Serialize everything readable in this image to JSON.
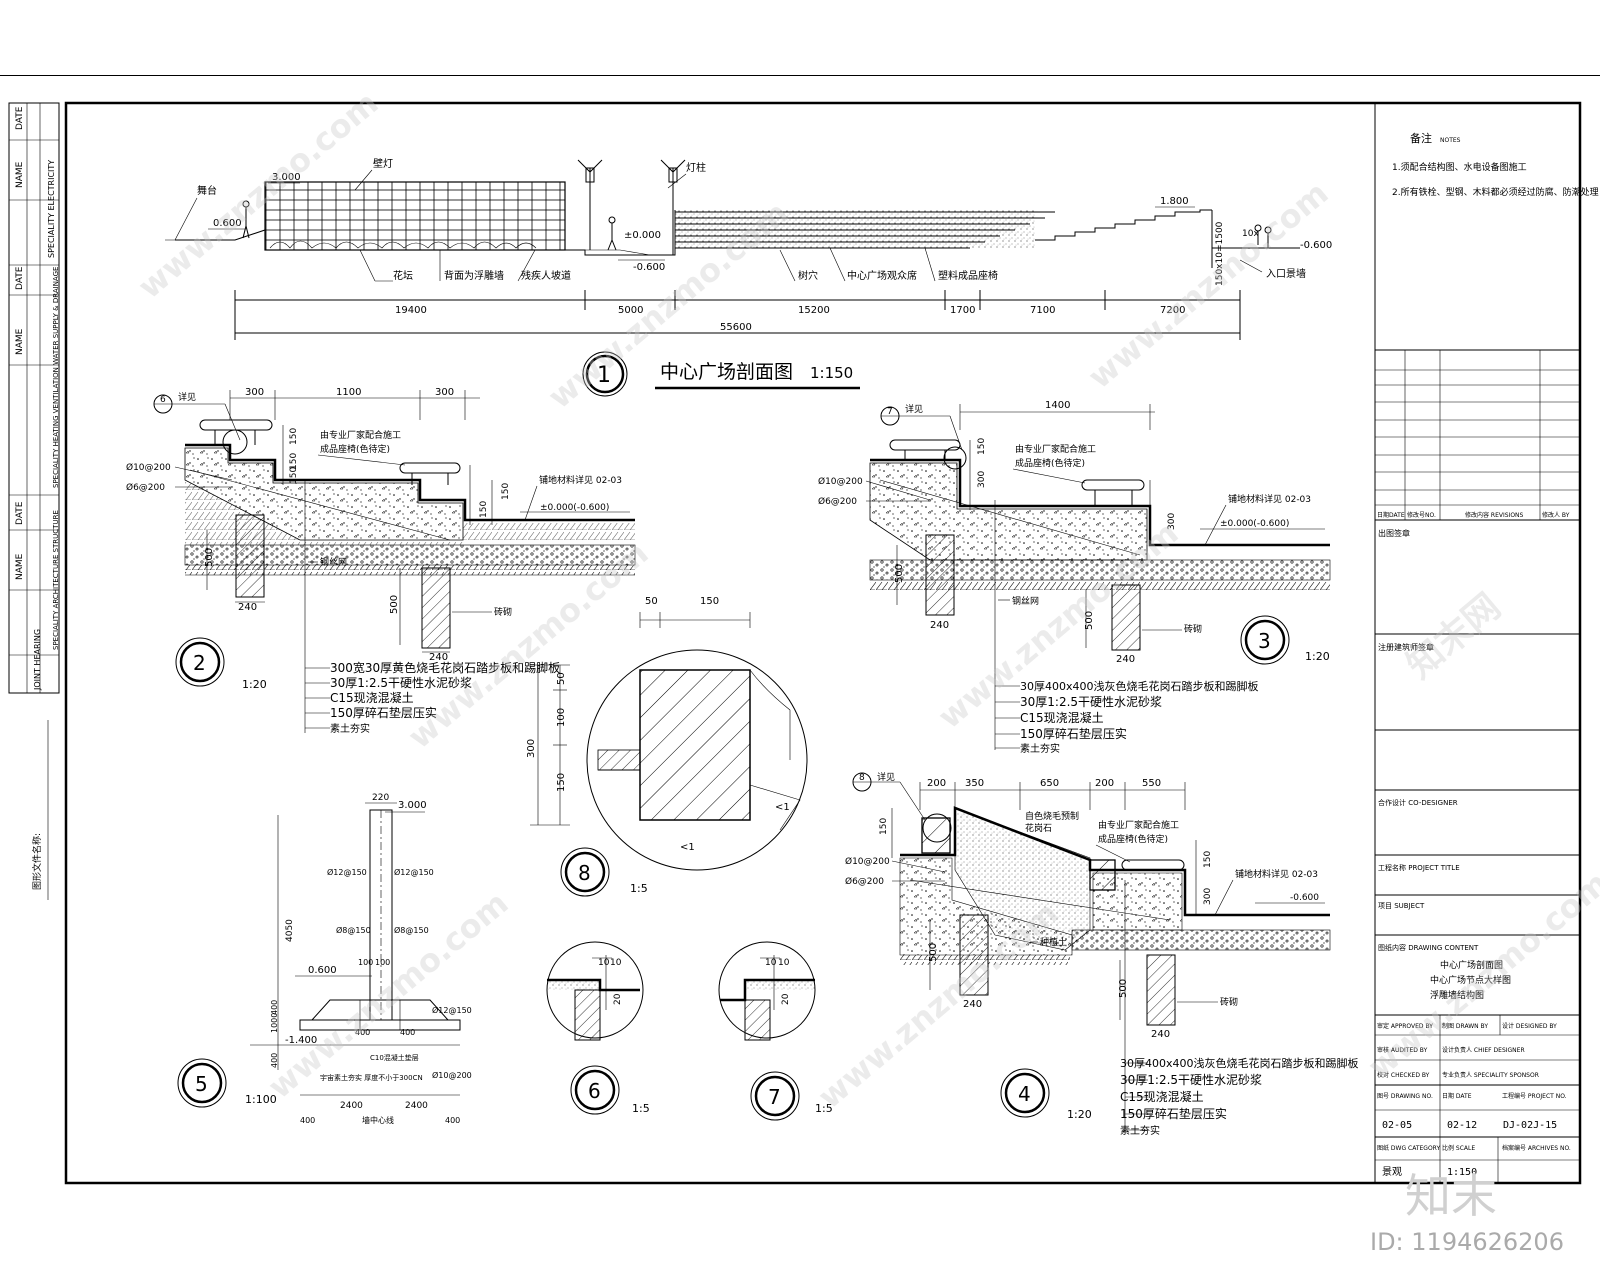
{
  "main_section": {
    "title": "中心广场剖面图",
    "scale": "1:150",
    "number": "1",
    "labels": {
      "stage": "舞台",
      "wall_lamp": "壁灯",
      "light_post": "灯柱",
      "flower_bed": "花坛",
      "back_wall": "背面为浮雕墙",
      "ramp": "残疾人坡道",
      "tree_pit": "树穴",
      "seats": "中心广场观众席",
      "plastic_seats": "塑料成品座椅",
      "entrance_wall": "入口景墙"
    },
    "elevations": [
      "3.000",
      "0.600",
      "±0.000",
      "-0.600",
      "1.800",
      "-0.600"
    ],
    "step_note": "150x10=1500",
    "step_note2": "10x",
    "dims": [
      "19400",
      "5000",
      "15200",
      "1700",
      "7100",
      "7200"
    ],
    "total": "55600"
  },
  "detail2": {
    "number": "2",
    "scale": "1:20",
    "ref": "6",
    "ref_label": "详见",
    "top_dims": [
      "300",
      "1100",
      "300"
    ],
    "vert_dims": [
      "150",
      "150",
      "150",
      "150",
      "150"
    ],
    "side_dims": [
      "500",
      "240",
      "500",
      "240"
    ],
    "rebar": [
      "Ø10@200",
      "Ø6@200"
    ],
    "bench_note1": "由专业厂家配合施工",
    "bench_note2": "成品座椅(色待定)",
    "paving_note": "铺地材料详见 02-03",
    "elev": "±0.000(-0.600)",
    "steel_mesh": "钢丝网",
    "brick": "砖砌",
    "layers": [
      "300宽30厚黄色烧毛花岗石踏步板和踢脚板",
      "30厚1:2.5干硬性水泥砂浆",
      "C15现浇混凝土",
      "150厚碎石垫层压实",
      "素土夯实"
    ]
  },
  "detail3": {
    "number": "3",
    "scale": "1:20",
    "ref": "7",
    "ref_label": "详见",
    "top_dim": "1400",
    "vert_dims": [
      "150",
      "300",
      "300"
    ],
    "side_dims": [
      "500",
      "240",
      "500",
      "240"
    ],
    "rebar": [
      "Ø10@200",
      "Ø6@200"
    ],
    "bench_note1": "由专业厂家配合施工",
    "bench_note2": "成品座椅(色待定)",
    "paving_note": "铺地材料详见 02-03",
    "elev": "±0.000(-0.600)",
    "steel_mesh": "钢丝网",
    "brick": "砖砌",
    "layers": [
      "30厚400x400浅灰色烧毛花岗石踏步板和踢脚板",
      "30厚1:2.5干硬性水泥砂浆",
      "C15现浇混凝土",
      "150厚碎石垫层压实",
      "素土夯实"
    ]
  },
  "detail4": {
    "number": "4",
    "scale": "1:20",
    "ref": "8",
    "ref_label": "详见",
    "top_dims": [
      "200",
      "350",
      "650",
      "200",
      "550"
    ],
    "vert_dims": [
      "150",
      "150",
      "300"
    ],
    "side_dims": [
      "500",
      "240",
      "500",
      "240"
    ],
    "rebar": [
      "Ø10@200",
      "Ø6@200"
    ],
    "stone_note1": "自色烧毛预制",
    "stone_note2": "花岗石",
    "bench_note1": "由专业厂家配合施工",
    "bench_note2": "成品座椅(色待定)",
    "paving_note": "铺地材料详见 02-03",
    "elev": "-0.600",
    "planting_soil": "种植土",
    "brick": "砖砌",
    "layers": [
      "30厚400x400浅灰色烧毛花岗石踏步板和踢脚板",
      "30厚1:2.5干硬性水泥砂浆",
      "C15现浇混凝土",
      "150厚碎石垫层压实",
      "素土夯实"
    ]
  },
  "detail5": {
    "number": "5",
    "scale": "1:100",
    "elevs": [
      "3.000",
      "0.600",
      "-1.400"
    ],
    "top_dim": "220",
    "rebar": [
      "Ø12@150",
      "Ø12@150",
      "Ø8@150",
      "Ø8@150",
      "Ø12@150",
      "Ø10@200"
    ],
    "dims": [
      "4050",
      "100",
      "100",
      "400",
      "400",
      "1000",
      "400",
      "400",
      "2400",
      "2400",
      "400",
      "400"
    ],
    "base_note": "C10混凝土垫层 ",
    "base_note2": "宇宙素土夯实 厚度不小于300CN",
    "axis": "墙中心线"
  },
  "detail6": {
    "number": "6",
    "scale": "1:5",
    "dims": [
      "10",
      "10",
      "20"
    ]
  },
  "detail7": {
    "number": "7",
    "scale": "1:5",
    "dims": [
      "10",
      "10",
      "20"
    ]
  },
  "detail8": {
    "number": "8",
    "scale": "1:5",
    "dims_top": [
      "50",
      "150"
    ],
    "dims_side": [
      "300",
      "50",
      "100",
      "150"
    ]
  },
  "left_strip": {
    "rows": [
      "DATE",
      "NAME",
      "SPECIALITY ELECTRICITY",
      "DATE",
      "NAME",
      "SPECIALITY HEATING VENTILATION WATER SUPPLY & DRAINAGE",
      "DATE",
      "NAME",
      "SPECIALITY ARCHITECTURE STRUCTURE",
      "JOINT HEARING"
    ],
    "file_label": "图形文件名称:"
  },
  "title_block": {
    "notes_title": "备注",
    "notes_title_en": "NOTES",
    "notes": [
      "1.须配合结构图、水电设备图施工",
      "2.所有铁栓、型钢、木料都必须经过防腐、防潮处理"
    ],
    "revision_header": [
      "日期DATE",
      "修改号NO.",
      "修改内容 REVISIONS",
      "修改人 BY"
    ],
    "seal1": "出图签章",
    "seal2": "注册建筑师签章",
    "partner": "合作设计 CO-DESIGNER",
    "project_title": "工程名称 PROJECT TITLE",
    "item": "项目 SUBJECT",
    "drawing_content_label": "图纸内容 DRAWING CONTENT",
    "drawing_content": [
      "中心广场剖面图",
      "中心广场节点大样图",
      "浮雕墙结构图"
    ],
    "signoff": [
      "审定 APPROVED BY",
      "制图 DRAWN BY",
      "设计 DESIGNED BY",
      "审核 AUDITED BY",
      "设计负责人 CHIEF DESIGNER",
      "校对 CHECKED BY",
      "专业负责人 SPECIALITY SPONSOR"
    ],
    "meta_labels": [
      "图号 DRAWING NO.",
      "日期 DATE",
      "工程编号 PROJECT NO."
    ],
    "meta_values": [
      "02-05",
      "02-12",
      "DJ-02J-15"
    ],
    "meta2_labels": [
      "图纸 DWG CATEGORY",
      "比例 SCALE",
      "档案编号 ARCHIVES NO."
    ],
    "meta2_values": [
      "景观",
      "1:150",
      ""
    ]
  },
  "watermark": {
    "brand": "知末",
    "id": "ID: 1194626206",
    "site": "www.znzmo.com",
    "site_cn": "知末网"
  }
}
